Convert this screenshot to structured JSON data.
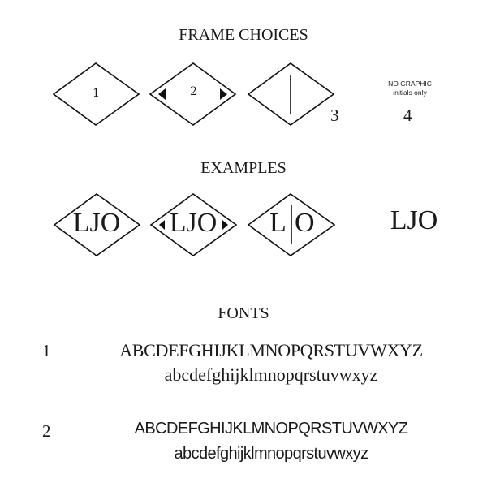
{
  "frame_choices": {
    "title": "FRAME CHOICES",
    "frames": [
      {
        "number": "1",
        "style": "plain-diamond"
      },
      {
        "number": "2",
        "style": "diamond-with-arrows"
      },
      {
        "number": "3",
        "style": "diamond-with-divider"
      },
      {
        "number": "4",
        "style": "no-graphic",
        "label_line1": "NO GRAPHIC",
        "label_line2": "initials only"
      }
    ]
  },
  "examples": {
    "title": "EXAMPLES",
    "items": [
      {
        "text": "LJO"
      },
      {
        "text": "LJO"
      },
      {
        "left": "L",
        "right": "O"
      },
      {
        "text": "LJO"
      }
    ]
  },
  "fonts": {
    "title": "FONTS",
    "items": [
      {
        "number": "1",
        "uppercase": "ABCDEFGHIJKLMNOPQRSTUVWXYZ",
        "lowercase": "abcdefghijklmnopqrstuvwxyz"
      },
      {
        "number": "2",
        "uppercase": "ABCDEFGHIJKLMNOPQRSTUVWXYZ",
        "lowercase": "abcdefghijklmnopqrstuvwxyz"
      }
    ]
  }
}
